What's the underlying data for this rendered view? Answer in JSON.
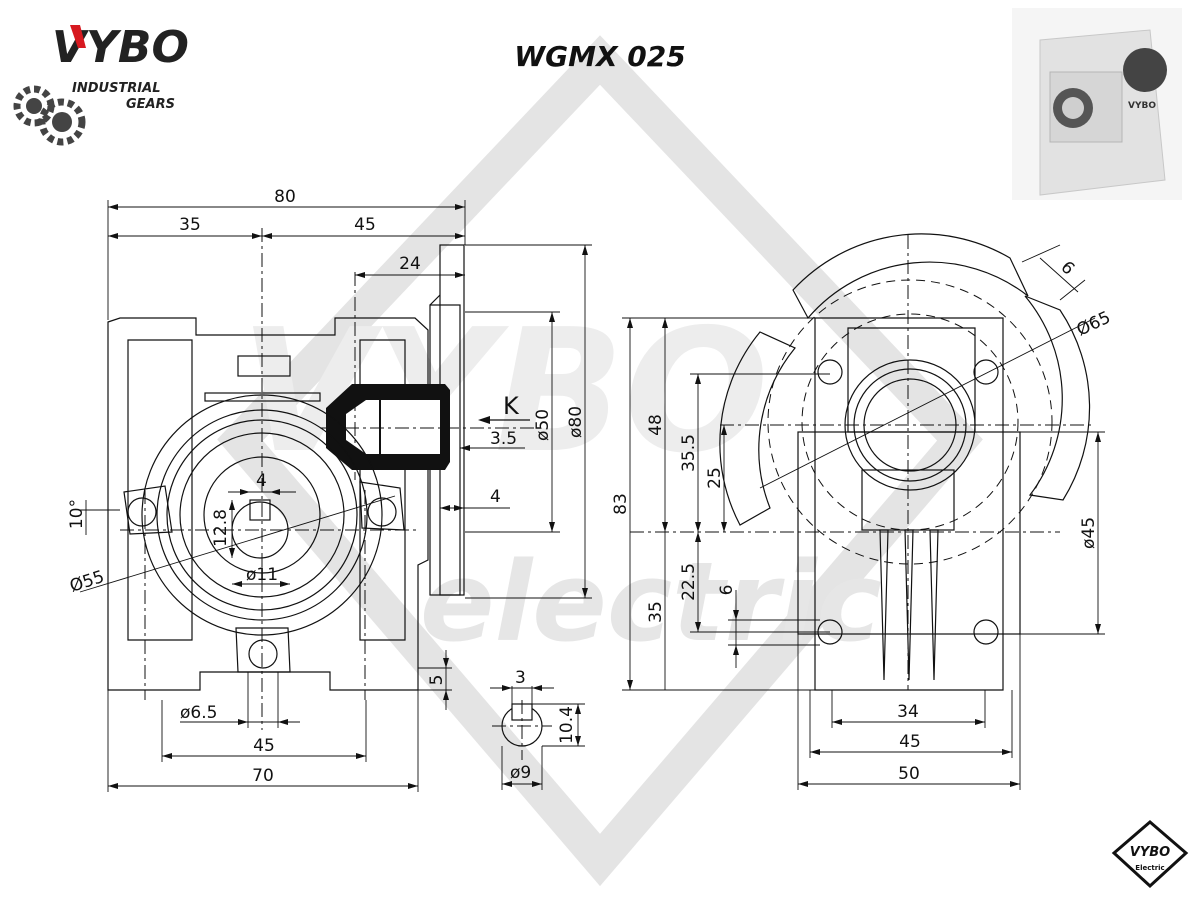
{
  "brand": {
    "name": "VYBO",
    "line1": "INDUSTRIAL",
    "line2": "GEARS",
    "corner_badge_name": "VYBO",
    "corner_badge_sub": "Electric"
  },
  "title": "WGMX 025",
  "watermark": "electric",
  "colors": {
    "brand_red": "#d71920",
    "ink": "#111111",
    "watermark": "#e4e4e4"
  },
  "left_view": {
    "overall_width": "80",
    "left_offset": "35",
    "right_offset": "45",
    "flange_offset": "24",
    "view_label": "K",
    "step_a": "3.5",
    "step_b": "4",
    "dia_inner_flange": "ø50",
    "dia_outer_flange": "ø80",
    "angle": "10°",
    "key_height": "12.8",
    "key_width": "4",
    "bore": "ø11",
    "pcd": "Ø55",
    "foot_height": "5",
    "hole": "ø6.5",
    "foot_holes": "45",
    "base_width": "70"
  },
  "shaft_detail": {
    "key_width": "3",
    "key_height": "10.4",
    "dia": "ø9"
  },
  "right_view": {
    "pcd": "Ø65",
    "slot": "6",
    "total_height": "83",
    "height_48": "48",
    "height_35_5": "35.5",
    "height_25": "25",
    "height_22_5": "22.5",
    "height_6": "6",
    "height_35": "35",
    "dia_45": "ø45",
    "width_34": "34",
    "width_45": "45",
    "width_50": "50"
  }
}
